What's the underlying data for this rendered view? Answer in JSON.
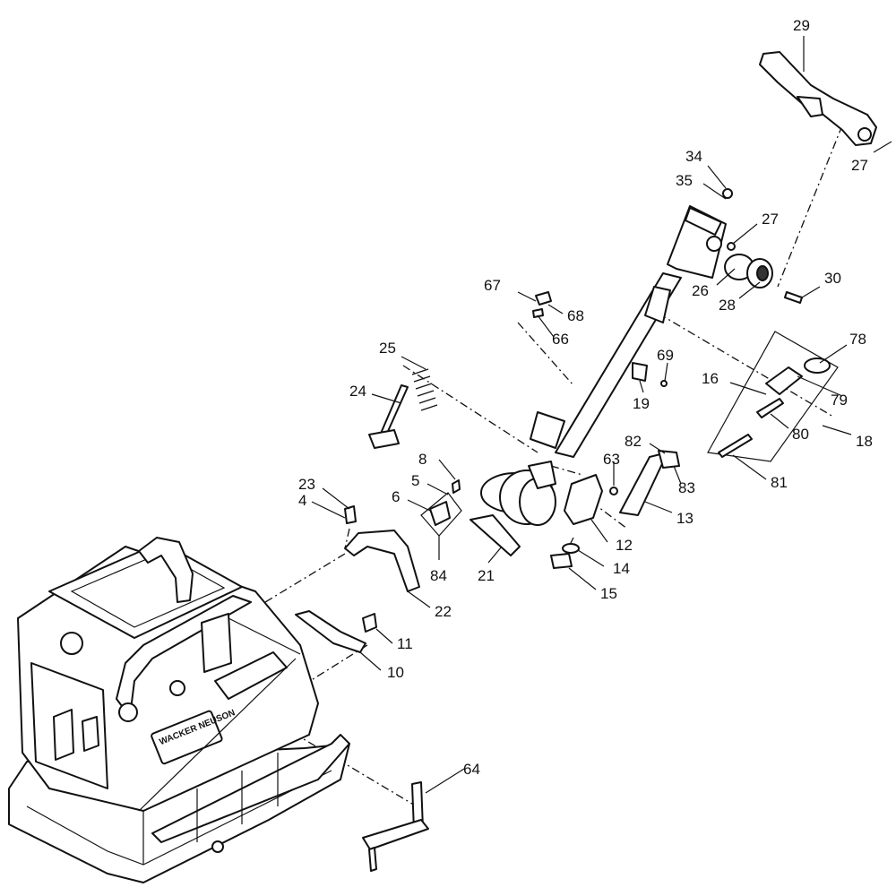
{
  "diagram": {
    "brand_text": "WACKER NEUSON",
    "callouts": [
      "29",
      "27",
      "34",
      "35",
      "27",
      "30",
      "26",
      "28",
      "67",
      "68",
      "66",
      "69",
      "25",
      "78",
      "16",
      "79",
      "24",
      "19",
      "80",
      "18",
      "82",
      "8",
      "63",
      "83",
      "5",
      "23",
      "6",
      "4",
      "13",
      "12",
      "21",
      "84",
      "14",
      "15",
      "22",
      "11",
      "10",
      "64",
      "81"
    ]
  }
}
